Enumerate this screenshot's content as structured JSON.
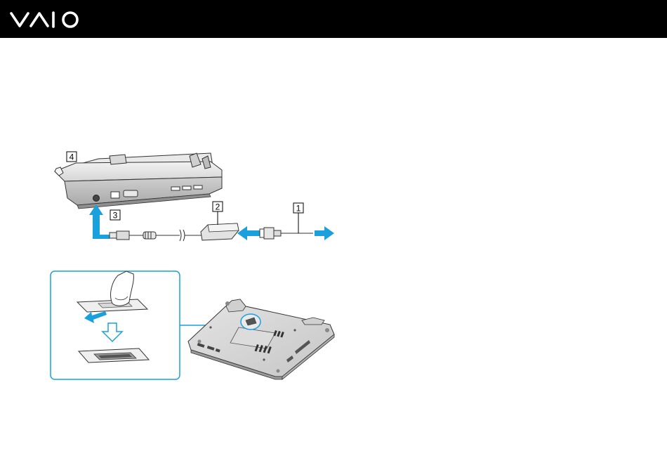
{
  "header": {
    "logo_icon": "vaio-logo-icon",
    "background": "#000000"
  },
  "figure": {
    "callouts": [
      {
        "number": "1"
      },
      {
        "number": "2"
      },
      {
        "number": "3"
      },
      {
        "number": "4"
      }
    ],
    "arrow_color": "#1aa0dc",
    "inset_border_color": "#1aa0dc"
  }
}
